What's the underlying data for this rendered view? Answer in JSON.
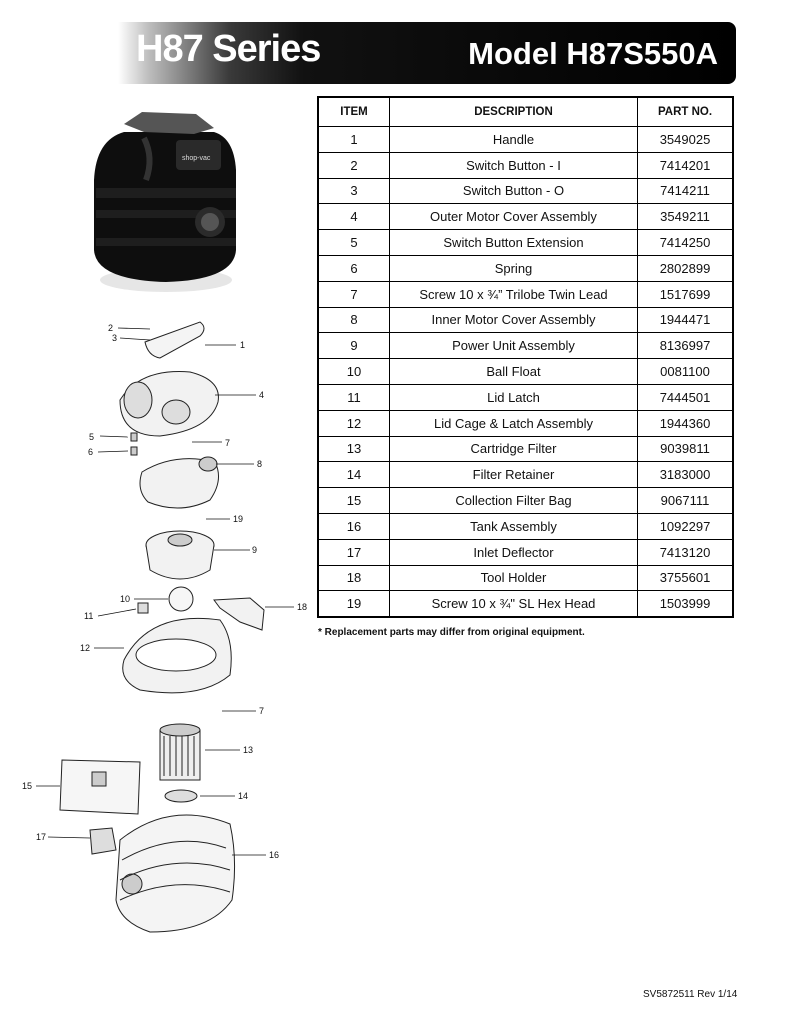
{
  "header": {
    "series": "H87 Series",
    "model": "Model H87S550A"
  },
  "table": {
    "headers": {
      "item": "ITEM",
      "description": "DESCRIPTION",
      "part_no": "PART NO."
    },
    "rows": [
      {
        "item": "1",
        "description": "Handle",
        "part_no": "3549025"
      },
      {
        "item": "2",
        "description": "Switch Button - I",
        "part_no": "7414201"
      },
      {
        "item": "3",
        "description": "Switch Button - O",
        "part_no": "7414211"
      },
      {
        "item": "4",
        "description": "Outer Motor Cover Assembly",
        "part_no": "3549211"
      },
      {
        "item": "5",
        "description": "Switch Button Extension",
        "part_no": "7414250"
      },
      {
        "item": "6",
        "description": "Spring",
        "part_no": "2802899"
      },
      {
        "item": "7",
        "description": "Screw 10 x ¾” Trilobe Twin Lead",
        "part_no": "1517699"
      },
      {
        "item": "8",
        "description": "Inner Motor Cover Assembly",
        "part_no": "1944471"
      },
      {
        "item": "9",
        "description": "Power Unit Assembly",
        "part_no": "8136997"
      },
      {
        "item": "10",
        "description": "Ball Float",
        "part_no": "0081100"
      },
      {
        "item": "11",
        "description": "Lid Latch",
        "part_no": "7444501"
      },
      {
        "item": "12",
        "description": "Lid Cage & Latch Assembly",
        "part_no": "1944360"
      },
      {
        "item": "13",
        "description": "Cartridge Filter",
        "part_no": "9039811"
      },
      {
        "item": "14",
        "description": "Filter Retainer",
        "part_no": "3183000"
      },
      {
        "item": "15",
        "description": "Collection Filter Bag",
        "part_no": "9067111"
      },
      {
        "item": "16",
        "description": "Tank Assembly",
        "part_no": "1092297"
      },
      {
        "item": "17",
        "description": "Inlet Deflector",
        "part_no": "7413120"
      },
      {
        "item": "18",
        "description": "Tool Holder",
        "part_no": "3755601"
      },
      {
        "item": "19",
        "description": "Screw 10 x ¾\" SL Hex Head",
        "part_no": "1503999"
      }
    ]
  },
  "note": "* Replacement parts may differ from original equipment.",
  "footer": "SV5872511 Rev 1/14",
  "photo_brand": "shop-vac",
  "callouts": {
    "c1": "1",
    "c2": "2",
    "c3": "3",
    "c4": "4",
    "c5": "5",
    "c6": "6",
    "c7a": "7",
    "c7b": "7",
    "c8": "8",
    "c9": "9",
    "c10": "10",
    "c11": "11",
    "c12": "12",
    "c13": "13",
    "c14": "14",
    "c15": "15",
    "c16": "16",
    "c17": "17",
    "c18": "18",
    "c19": "19"
  }
}
